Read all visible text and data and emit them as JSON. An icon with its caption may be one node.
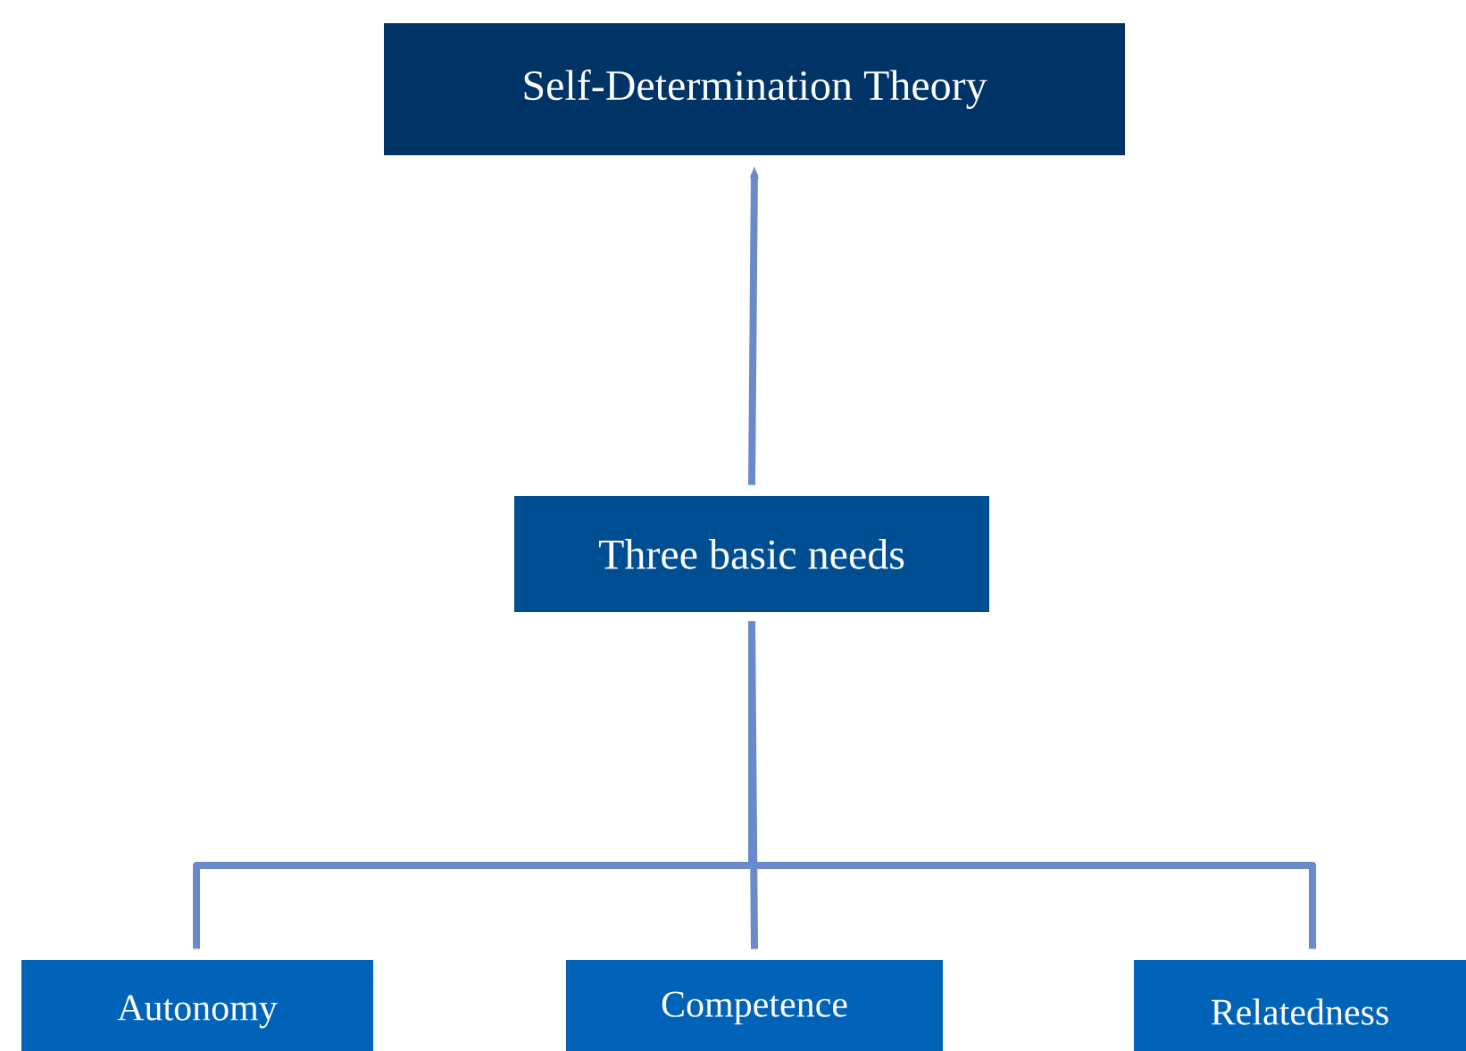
{
  "diagram": {
    "nodes": [
      {
        "text": [
          "Self-Determination Theory"
        ]
      },
      {
        "text": [
          "Three basic needs"
        ]
      },
      {
        "text": [
          "Autonomy"
        ]
      },
      {
        "text": [
          "Competence"
        ]
      },
      {
        "text": [
          "Relatedness"
        ]
      }
    ],
    "edges": [
      {
        "from": 1,
        "to": 0,
        "arrow": "to"
      },
      {
        "from": 1,
        "to": 2,
        "arrow": "none"
      },
      {
        "from": 1,
        "to": 3,
        "arrow": "none"
      },
      {
        "from": 1,
        "to": 4,
        "arrow": "none"
      }
    ]
  }
}
